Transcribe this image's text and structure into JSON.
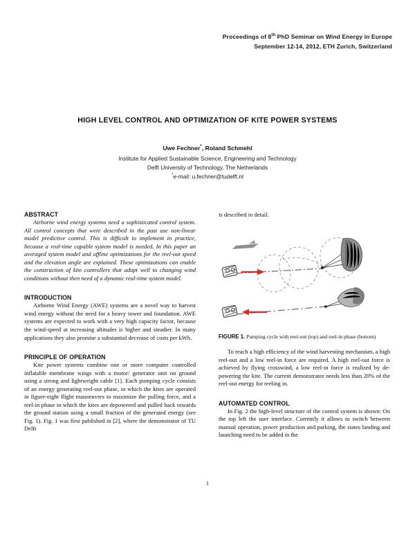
{
  "running_head": {
    "line1_pre": "Proceedings of 8",
    "line1_sup": "th",
    "line1_post": " PhD Seminar on Wind Energy in Europe",
    "line2": "September 12-14, 2012, ETH Zurich, Switzerland"
  },
  "title": "HIGH LEVEL CONTROL AND OPTIMIZATION OF KITE POWER SYSTEMS",
  "authors": {
    "names_pre": "Uwe Fechner",
    "names_sup": "*",
    "names_post": ", Roland Schmehl",
    "affiliation1": "Institute for Applied Sustainable Science, Engineering and Technology",
    "affiliation2": "Delft University of Technology, The Netherlands",
    "email_sup": "*",
    "email": "e-mail: u.fechner@tudelft.nl"
  },
  "left_column": {
    "abstract_heading": "ABSTRACT",
    "abstract_text": "Airborne wind energy systems need a sophisticated control system. All control concepts that were described in the past use non-linear model predictive control. This is difficult to implement in practice, because a real-time capable system model is needed. In this paper an averaged system model and offline optimizations for the reel-out speed and the elevation angle are explained. These optimizations can enable the construction of kite controllers that adapt well to changing wind conditions without then need of a dynamic real-time system model.",
    "introduction_heading": "INTRODUCTION",
    "introduction_text": "Airborne Wind Energy (AWE) systems are a novel way to harvest wind energy without the need for a heavy tower and foundation. AWE systems are expected to work with a very high capacity factor, because the wind-speed at increasing altitudes is higher and steadier. In many applications they also promise a substantial decrease of costs per kWh.",
    "principle_heading": "PRINCIPLE OF OPERATION",
    "principle_text": "Kite power systems combine one or more computer controlled inflatable membrane wings with a motor/ generator unit on ground using a strong and lightweight cable [1]. Each pumping cycle consists of an energy generating reel-out phase, in which the kites are operated in figure-eight flight manoeuvres to maximize the pulling force, and a reel-in phase in which the kites are depowered and pulled back towards the ground station using a small fraction of the generated energy (see Fig. 1). Fig. 1 was first published in [2], where the demonstrator of TU Delft"
  },
  "right_column": {
    "continued_text": "is described in detail.",
    "figure": {
      "label": "FIGURE 1.",
      "caption": "Pumping cycle with reel-out (top) and reel-in phase (bottom)",
      "arrow_color": "#ee2222",
      "line_color": "#666666",
      "kite_color": "#8a8a8a"
    },
    "efficiency_text": "To reach a high efficiency of the wind harvesting mechanism, a high reel-out and a low reel-in force are required. A high reel-out force is achieved by flying crosswind, a low reel-in force is realized by de-powering the kite. The current demonstrator needs less than 20% of the reel-out energy for reeling in.",
    "automated_heading": "AUTOMATED CONTROL",
    "automated_text": "In Fig. 2 the high-level structure of the control system is shown: On the top left the user interface. Currently it allows to switch between manual operation, power production and parking, the states landing and launching need to be added in the"
  },
  "folio": "1"
}
